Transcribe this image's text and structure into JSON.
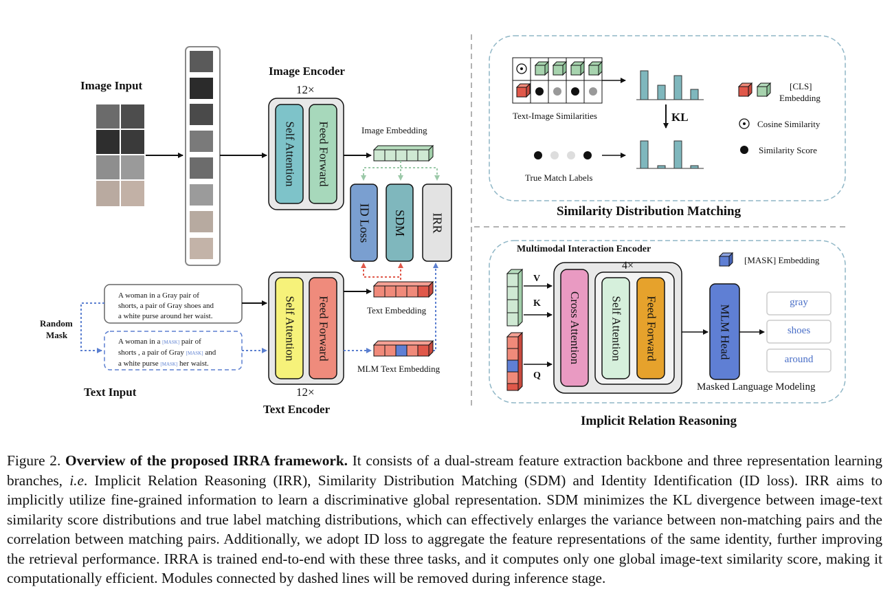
{
  "encoders": {
    "image_encoder": "Image Encoder",
    "text_encoder": "Text Encoder",
    "repeat_top": "12×",
    "repeat_bottom": "12×",
    "self_attention": "Self Attention",
    "feed_forward": "Feed Forward"
  },
  "inputs": {
    "image_input": "Image Input",
    "text_input": "Text Input",
    "random_mask_line1": "Random",
    "random_mask_line2": "Mask",
    "text_original": [
      "A woman in a Gray pair of",
      "shorts, a pair of Gray shoes and",
      "a white purse around her waist."
    ],
    "text_masked_line1_a": "A woman in a",
    "text_masked_line1_b": "pair of",
    "text_masked_line2_a": "shorts , a pair of Gray",
    "text_masked_line2_b": "and",
    "text_masked_line3_a": "a white purse",
    "text_masked_line3_b": "her waist.",
    "mask_token": "[MASK]"
  },
  "embeddings": {
    "image_embedding": "Image Embedding",
    "text_embedding": "Text Embedding",
    "mlm_text_embedding": "MLM Text Embedding"
  },
  "branches": {
    "id_loss": "ID Loss",
    "sdm": "SDM",
    "irr": "IRR"
  },
  "sdm_panel": {
    "title": "Similarity Distribution Matching",
    "text_image_similarities": "Text-Image Similarities",
    "true_match_labels": "True Match Labels",
    "kl": "KL",
    "legend_cls_line1": "[CLS]",
    "legend_cls_line2": "Embedding",
    "legend_cosine": "Cosine Similarity",
    "legend_score": "Similarity Score"
  },
  "irr_panel": {
    "title": "Implicit Relation Reasoning",
    "encoder_title": "Multimodal Interaction Encoder",
    "repeat": "4×",
    "legend_mask": "[MASK] Embedding",
    "v": "V",
    "k": "K",
    "q": "Q",
    "cross_attention": "Cross Attention",
    "self_attention": "Self Attention",
    "feed_forward": "Feed Forward",
    "mlm_head": "MLM Head",
    "outputs": [
      "gray",
      "shoes",
      "around"
    ],
    "mlm_label": "Masked Language Modeling"
  },
  "caption": {
    "figure_label": "Figure 2.",
    "bold_title": "Overview of the proposed IRRA framework.",
    "part1": "It consists of a dual-stream feature extraction backbone and three representation learning branches,",
    "ie": "i.e",
    "part2": ". Implicit Relation Reasoning (IRR), Similarity Distribution Matching (SDM) and Identity Identification (ID loss). IRR aims to implicitly utilize fine-grained information to learn a discriminative global representation. SDM minimizes the KL divergence between image-text similarity score distributions and true label matching distributions, which can effectively enlarges the variance between non-matching pairs and the correlation between matching pairs. Additionally, we adopt ID loss to aggregate the feature representations of the same identity, further improving the retrieval performance. IRRA is trained end-to-end with these three tasks, and it computes only one global image-text similarity score, making it computationally efficient. Modules connected by dashed lines will be removed during inference stage."
  },
  "colors": {
    "self_attention_img": "#7ec3c9",
    "feed_forward_img": "#a7d8bb",
    "self_attention_txt": "#f6f27a",
    "feed_forward_txt": "#ef8b7c",
    "id_loss": "#7a9fd0",
    "sdm": "#7fb7bd",
    "irr": "#e3e3e3",
    "cross_attention": "#e99ac2",
    "irr_self_attention": "#d6f0dc",
    "irr_feed_forward": "#e6a22c",
    "mlm_head": "#5f7fd4",
    "panel_border": "#8fb6c6",
    "output_text": "#4a6fc7"
  }
}
